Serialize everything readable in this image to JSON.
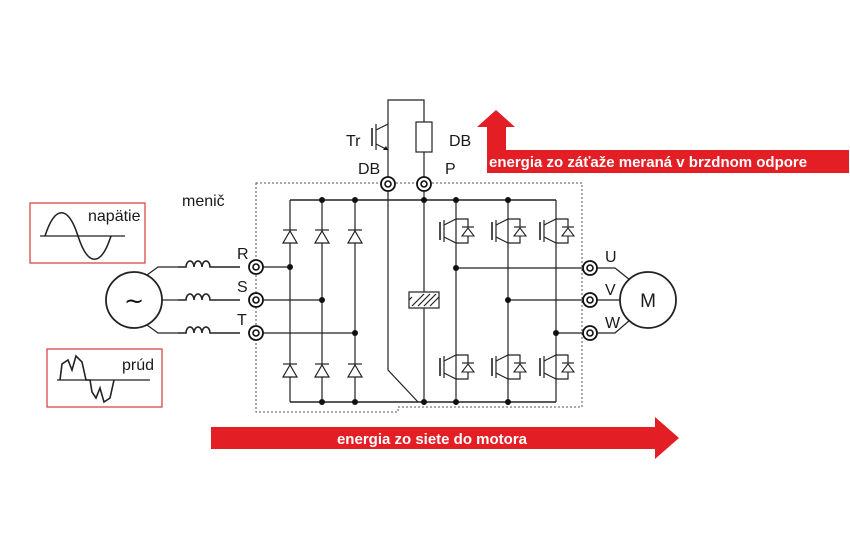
{
  "labels": {
    "menic": "menič",
    "napatie": "napätie",
    "prud": "prúd",
    "tr": "Tr",
    "db_top": "DB",
    "db": "DB",
    "p": "P",
    "r": "R",
    "s": "S",
    "t": "T",
    "u": "U",
    "v": "V",
    "w": "W",
    "motor": "M",
    "source": "~"
  },
  "arrows": {
    "regen": "energia zo záťaže meraná v brzdnom odpore",
    "forward": "energia zo siete do motora"
  },
  "colors": {
    "arrow_red": "#e31e24",
    "box_border": "#d63a3a",
    "line": "#222222"
  }
}
